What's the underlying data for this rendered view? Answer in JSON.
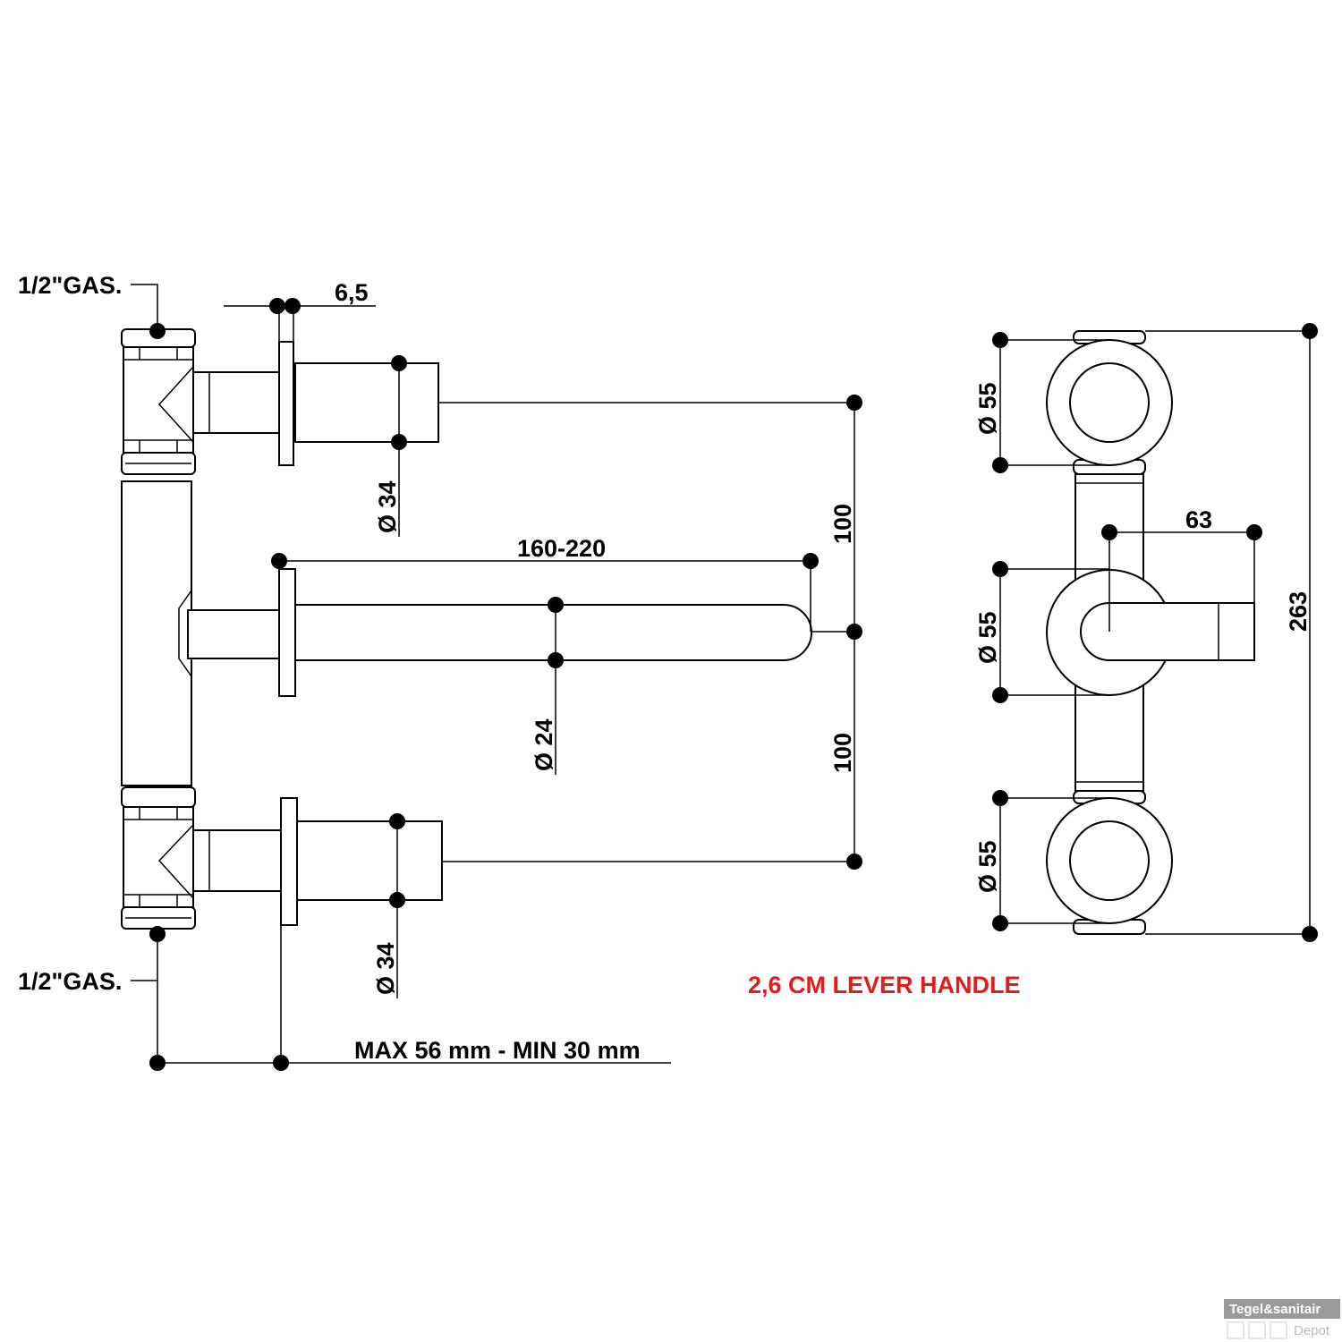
{
  "labels": {
    "gas_top": "1/2\"GAS.",
    "gas_bottom": "1/2\"GAS.",
    "flange_thickness": "6,5",
    "handle_diameter_upper": "Ø 34",
    "handle_diameter_lower": "Ø 34",
    "spout_length": "160-220",
    "spout_diameter": "Ø 24",
    "spacing_upper": "100",
    "spacing_lower": "100",
    "wall_depth": "MAX 56 mm - MIN 30 mm",
    "rosette_top": "Ø 55",
    "rosette_middle": "Ø 55",
    "rosette_bottom": "Ø 55",
    "lever_length": "63",
    "total_height": "263",
    "lever_note": "2,6 CM LEVER HANDLE"
  },
  "watermark": {
    "line1": "Tegel&sanitair",
    "line2": "Depot"
  },
  "colors": {
    "line": "#000000",
    "note": "#e21b1b"
  }
}
